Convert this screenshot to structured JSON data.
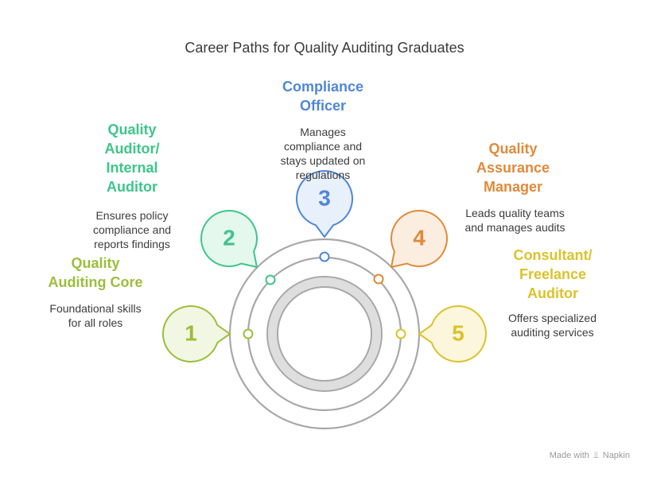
{
  "title": "Career Paths for Quality Auditing Graduates",
  "colors": {
    "ring": "#a8a8a8",
    "ring_inner_band": "#dedede",
    "item_1": "#9cbe3c",
    "item_2": "#3ec58a",
    "item_3": "#4f87d6",
    "item_4": "#e08a3a",
    "item_5": "#dcc22a"
  },
  "items": [
    {
      "number": "1",
      "heading": "Quality\nAuditing Core",
      "description": "Foundational skills\nfor all roles",
      "color": "#9cbe3c",
      "fill": "#f1f7e3"
    },
    {
      "number": "2",
      "heading": "Quality\nAuditor/\nInternal\nAuditor",
      "description": "Ensures policy\ncompliance and\nreports findings",
      "color": "#3ec58a",
      "fill": "#e5f8ee"
    },
    {
      "number": "3",
      "heading": "Compliance\nOfficer",
      "description": "Manages\ncompliance and\nstays updated on\nregulations",
      "color": "#4f87d6",
      "fill": "#e8f0fb"
    },
    {
      "number": "4",
      "heading": "Quality\nAssurance\nManager",
      "description": "Leads quality teams\nand manages audits",
      "color": "#e08a3a",
      "fill": "#fbeee1"
    },
    {
      "number": "5",
      "heading": "Consultant/\nFreelance\nAuditor",
      "description": "Offers specialized\nauditing services",
      "color": "#dcc22a",
      "fill": "#fbf6dc"
    }
  ],
  "watermark": {
    "prefix": "Made with",
    "brand": "Napkin"
  }
}
